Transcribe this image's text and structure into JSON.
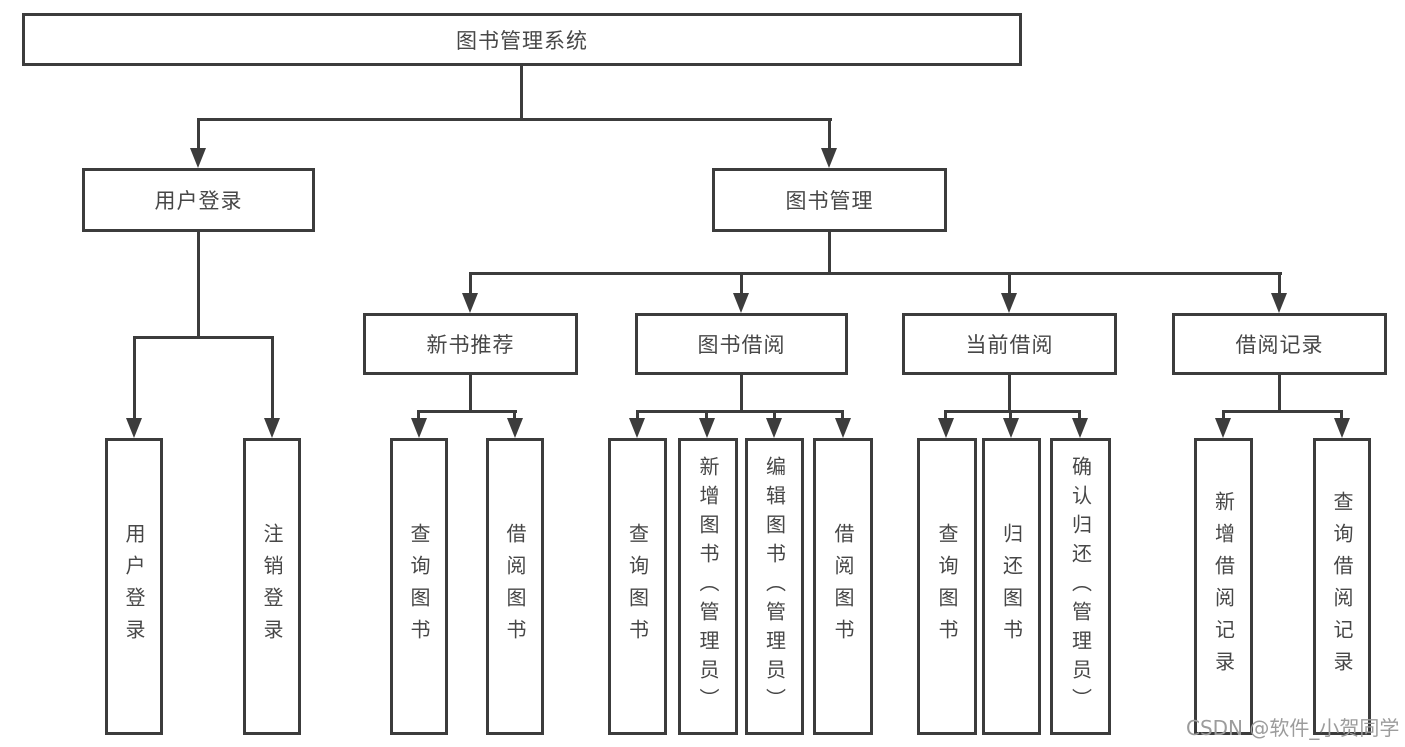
{
  "diagram": {
    "type": "tree",
    "root": {
      "label": "图书管理系统"
    },
    "level2": [
      {
        "id": "user-login",
        "label": "用户登录",
        "children": [
          {
            "id": "user-login-action",
            "label": "用户登录"
          },
          {
            "id": "logout-action",
            "label": "注销登录"
          }
        ]
      },
      {
        "id": "book-management",
        "label": "图书管理",
        "children": [
          {
            "id": "new-book-recommend",
            "label": "新书推荐",
            "children": [
              {
                "id": "query-books",
                "label": "查询图书"
              },
              {
                "id": "borrow-books",
                "label": "借阅图书"
              }
            ]
          },
          {
            "id": "book-borrowing",
            "label": "图书借阅",
            "children": [
              {
                "id": "query-books",
                "label": "查询图书"
              },
              {
                "id": "add-book-admin",
                "label": "新增图书（管理员）"
              },
              {
                "id": "edit-book-admin",
                "label": "编辑图书（管理员）"
              },
              {
                "id": "borrow-books",
                "label": "借阅图书"
              }
            ]
          },
          {
            "id": "current-borrowing",
            "label": "当前借阅",
            "children": [
              {
                "id": "query-books",
                "label": "查询图书"
              },
              {
                "id": "return-book",
                "label": "归还图书"
              },
              {
                "id": "confirm-return-admin",
                "label": "确认归还（管理员）"
              }
            ]
          },
          {
            "id": "borrowing-records",
            "label": "借阅记录",
            "children": [
              {
                "id": "add-borrow-record",
                "label": "新增借阅记录"
              },
              {
                "id": "query-borrow-record",
                "label": "查询借阅记录"
              }
            ]
          }
        ]
      }
    ]
  },
  "watermark": {
    "text": "CSDN @软件_小贺同学"
  },
  "colors": {
    "line": "#3c3c3c",
    "text": "#474747",
    "watermark": "#9c9c9c",
    "background": "#ffffff"
  }
}
